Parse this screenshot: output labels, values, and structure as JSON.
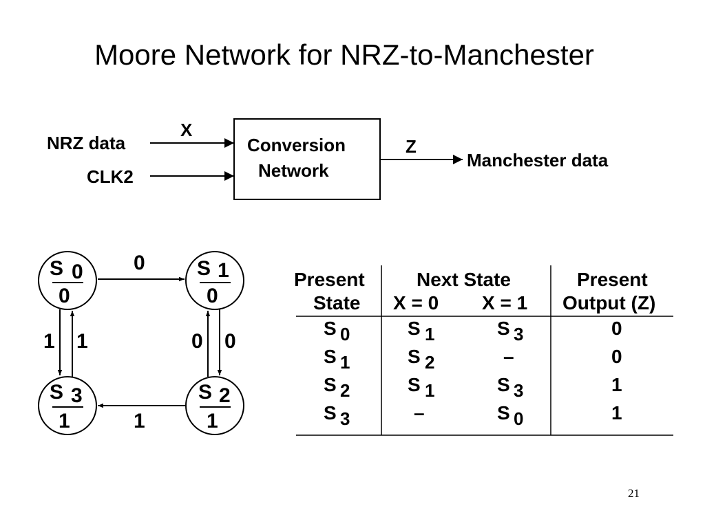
{
  "title": "Moore Network for NRZ-to-Manchester",
  "page_number": "21",
  "block": {
    "name_line1": "Conversion",
    "name_line2": "Network",
    "input1_label": "NRZ data",
    "input1_signal": "X",
    "input2_label": "CLK2",
    "output_signal": "Z",
    "output_label": "Manchester data"
  },
  "states": [
    {
      "letter": "S",
      "index": "0",
      "output": "0"
    },
    {
      "letter": "S",
      "index": "1",
      "output": "0"
    },
    {
      "letter": "S",
      "index": "2",
      "output": "1"
    },
    {
      "letter": "S",
      "index": "3",
      "output": "1"
    }
  ],
  "transitions": {
    "s0_to_s1": "0",
    "s0_to_s3": "1",
    "s3_to_s0": "1",
    "s2_to_s1": "0",
    "s1_to_s2": "0",
    "s2_to_s3": "1"
  },
  "table": {
    "headers": {
      "present_state_line1": "Present",
      "present_state_line2": "State",
      "next_state": "Next State",
      "x0": "X = 0",
      "x1": "X = 1",
      "output_line1": "Present",
      "output_line2": "Output (Z)"
    },
    "rows": [
      {
        "present": [
          "S",
          "0"
        ],
        "x0": [
          "S",
          "1"
        ],
        "x1": [
          "S",
          "3"
        ],
        "z": "0"
      },
      {
        "present": [
          "S",
          "1"
        ],
        "x0": [
          "S",
          "2"
        ],
        "x1": [
          "–",
          ""
        ],
        "z": "0"
      },
      {
        "present": [
          "S",
          "2"
        ],
        "x0": [
          "S",
          "1"
        ],
        "x1": [
          "S",
          "3"
        ],
        "z": "1"
      },
      {
        "present": [
          "S",
          "3"
        ],
        "x0": [
          "–",
          ""
        ],
        "x1": [
          "S",
          "0"
        ],
        "z": "1"
      }
    ]
  }
}
